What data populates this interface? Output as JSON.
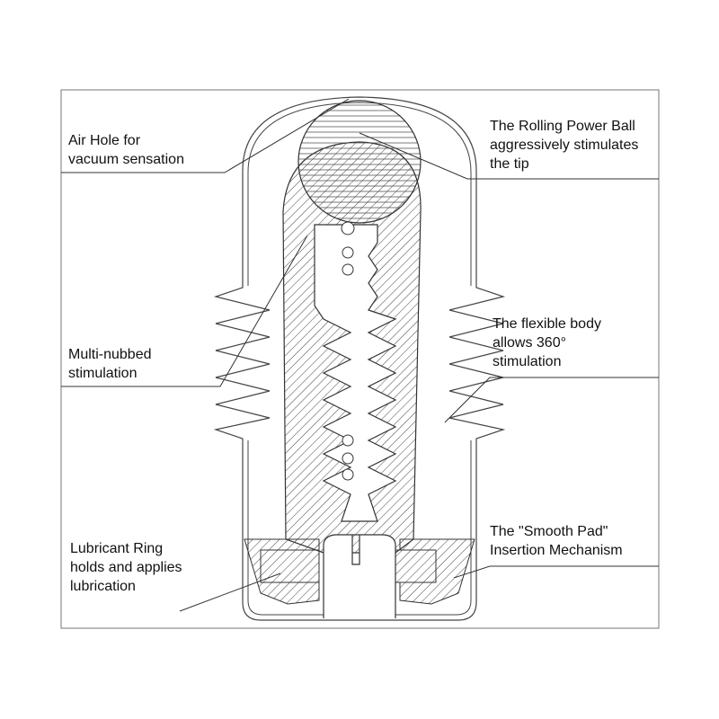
{
  "labels": {
    "air_hole": [
      "Air Hole for",
      "vacuum sensation"
    ],
    "power_ball": [
      "The Rolling Power Ball",
      "aggressively stimulates",
      "the tip"
    ],
    "multi_nubbed": [
      "Multi-nubbed",
      "stimulation"
    ],
    "flexible_body": [
      "The flexible body",
      "allows 360°",
      "stimulation"
    ],
    "lubricant_ring": [
      "Lubricant Ring",
      "holds and applies",
      "lubrication"
    ],
    "smooth_pad": [
      "The \"Smooth Pad\"",
      "Insertion Mechanism"
    ]
  },
  "colors": {
    "line": "#333333",
    "frame": "#777777"
  }
}
